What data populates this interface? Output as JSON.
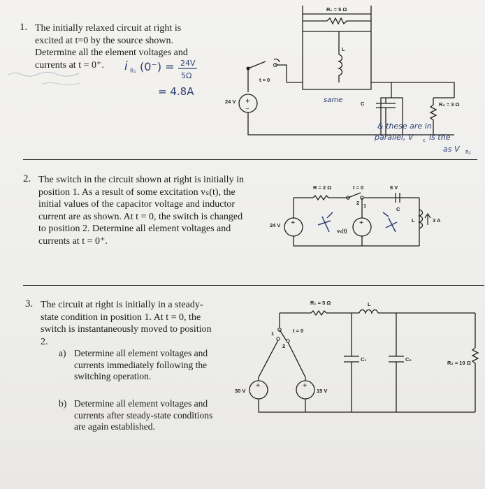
{
  "problems": [
    {
      "number": "1.",
      "lines": [
        "The initially relaxed circuit at right is",
        "excited at t=0 by the source shown.",
        "Determine all the element voltages and",
        "currents at t = 0⁺."
      ]
    },
    {
      "number": "2.",
      "lines": [
        "The switch in the circuit shown at right is initially in",
        "position 1.  As a result of some excitation vₛ(t), the",
        "initial values of the capacitor voltage and inductor",
        "current are as shown. At t = 0, the switch is changed",
        "to position 2.  Determine all element voltages and",
        "currents at t = 0⁺."
      ]
    },
    {
      "number": "3.",
      "lines": [
        "The circuit at right is initially in a steady-",
        "state condition in position 1. At t = 0, the",
        "switch is instantaneously moved to position",
        "2."
      ],
      "parts": [
        {
          "label": "a)",
          "lines": [
            "Determine all element voltages and",
            "currents immediately following the",
            "switching operation."
          ]
        },
        {
          "label": "b)",
          "lines": [
            "Determine all element voltages and",
            "currents after steady-state conditions",
            "are again established."
          ]
        }
      ]
    }
  ],
  "handwriting": {
    "p1_formula_left": "i",
    "p1_formula_sub": "R₁",
    "p1_formula_arg": "(0⁻) =",
    "p1_frac_num": "24V",
    "p1_frac_den": "5Ω",
    "p1_result": "= 4.8A",
    "p1_note_1": "& these are in",
    "p1_note_2": "parallel, V",
    "p1_note_2_sub": "c",
    "p1_note_2_end": "is the",
    "p1_note_3": "as V",
    "p1_note_3_sub": "R₂",
    "p1_same": "same"
  },
  "circuit1": {
    "r1": "R₁ = 5 Ω",
    "l": "L",
    "switch_t": "t = 0",
    "source": "24 V",
    "c": "C",
    "r2": "R₂ = 3 Ω"
  },
  "circuit2": {
    "r": "R = 2 Ω",
    "switch_t": "t = 0",
    "pos2": "2",
    "pos1": "1",
    "cap_v": "8 V",
    "c": "C",
    "source": "24 V",
    "vs": "vₛ(t)",
    "l": "L",
    "il": "3 A"
  },
  "circuit3": {
    "r1": "R₁ = 5 Ω",
    "l": "L",
    "switch_t": "t = 0",
    "pos1": "1",
    "pos2": "2",
    "src1": "30 V",
    "src2": "15 V",
    "c1": "C₁",
    "c2": "C₂",
    "r2": "R₂ = 10 Ω"
  }
}
